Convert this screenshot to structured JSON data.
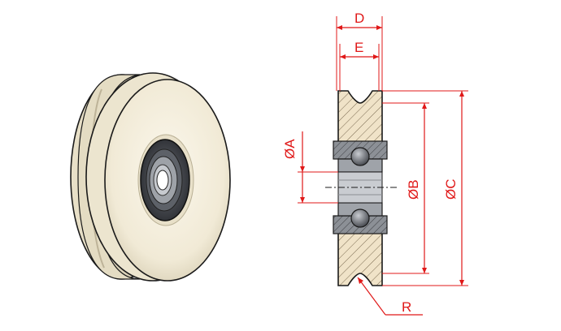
{
  "figure": {
    "product_view": "pulley-wheel-3d",
    "section_view": "pulley-cross-section"
  },
  "dimensions": {
    "D": "D",
    "E": "E",
    "A": "ØA",
    "B": "ØB",
    "C": "ØC",
    "R": "R"
  },
  "colors": {
    "dimension": "#e01818",
    "wheel": "#f4eedd",
    "wheel_shade": "#d8d0b8",
    "bearing": "#5a5d63",
    "hatch": "#f0e3c8",
    "outline": "#1a1a1a"
  }
}
